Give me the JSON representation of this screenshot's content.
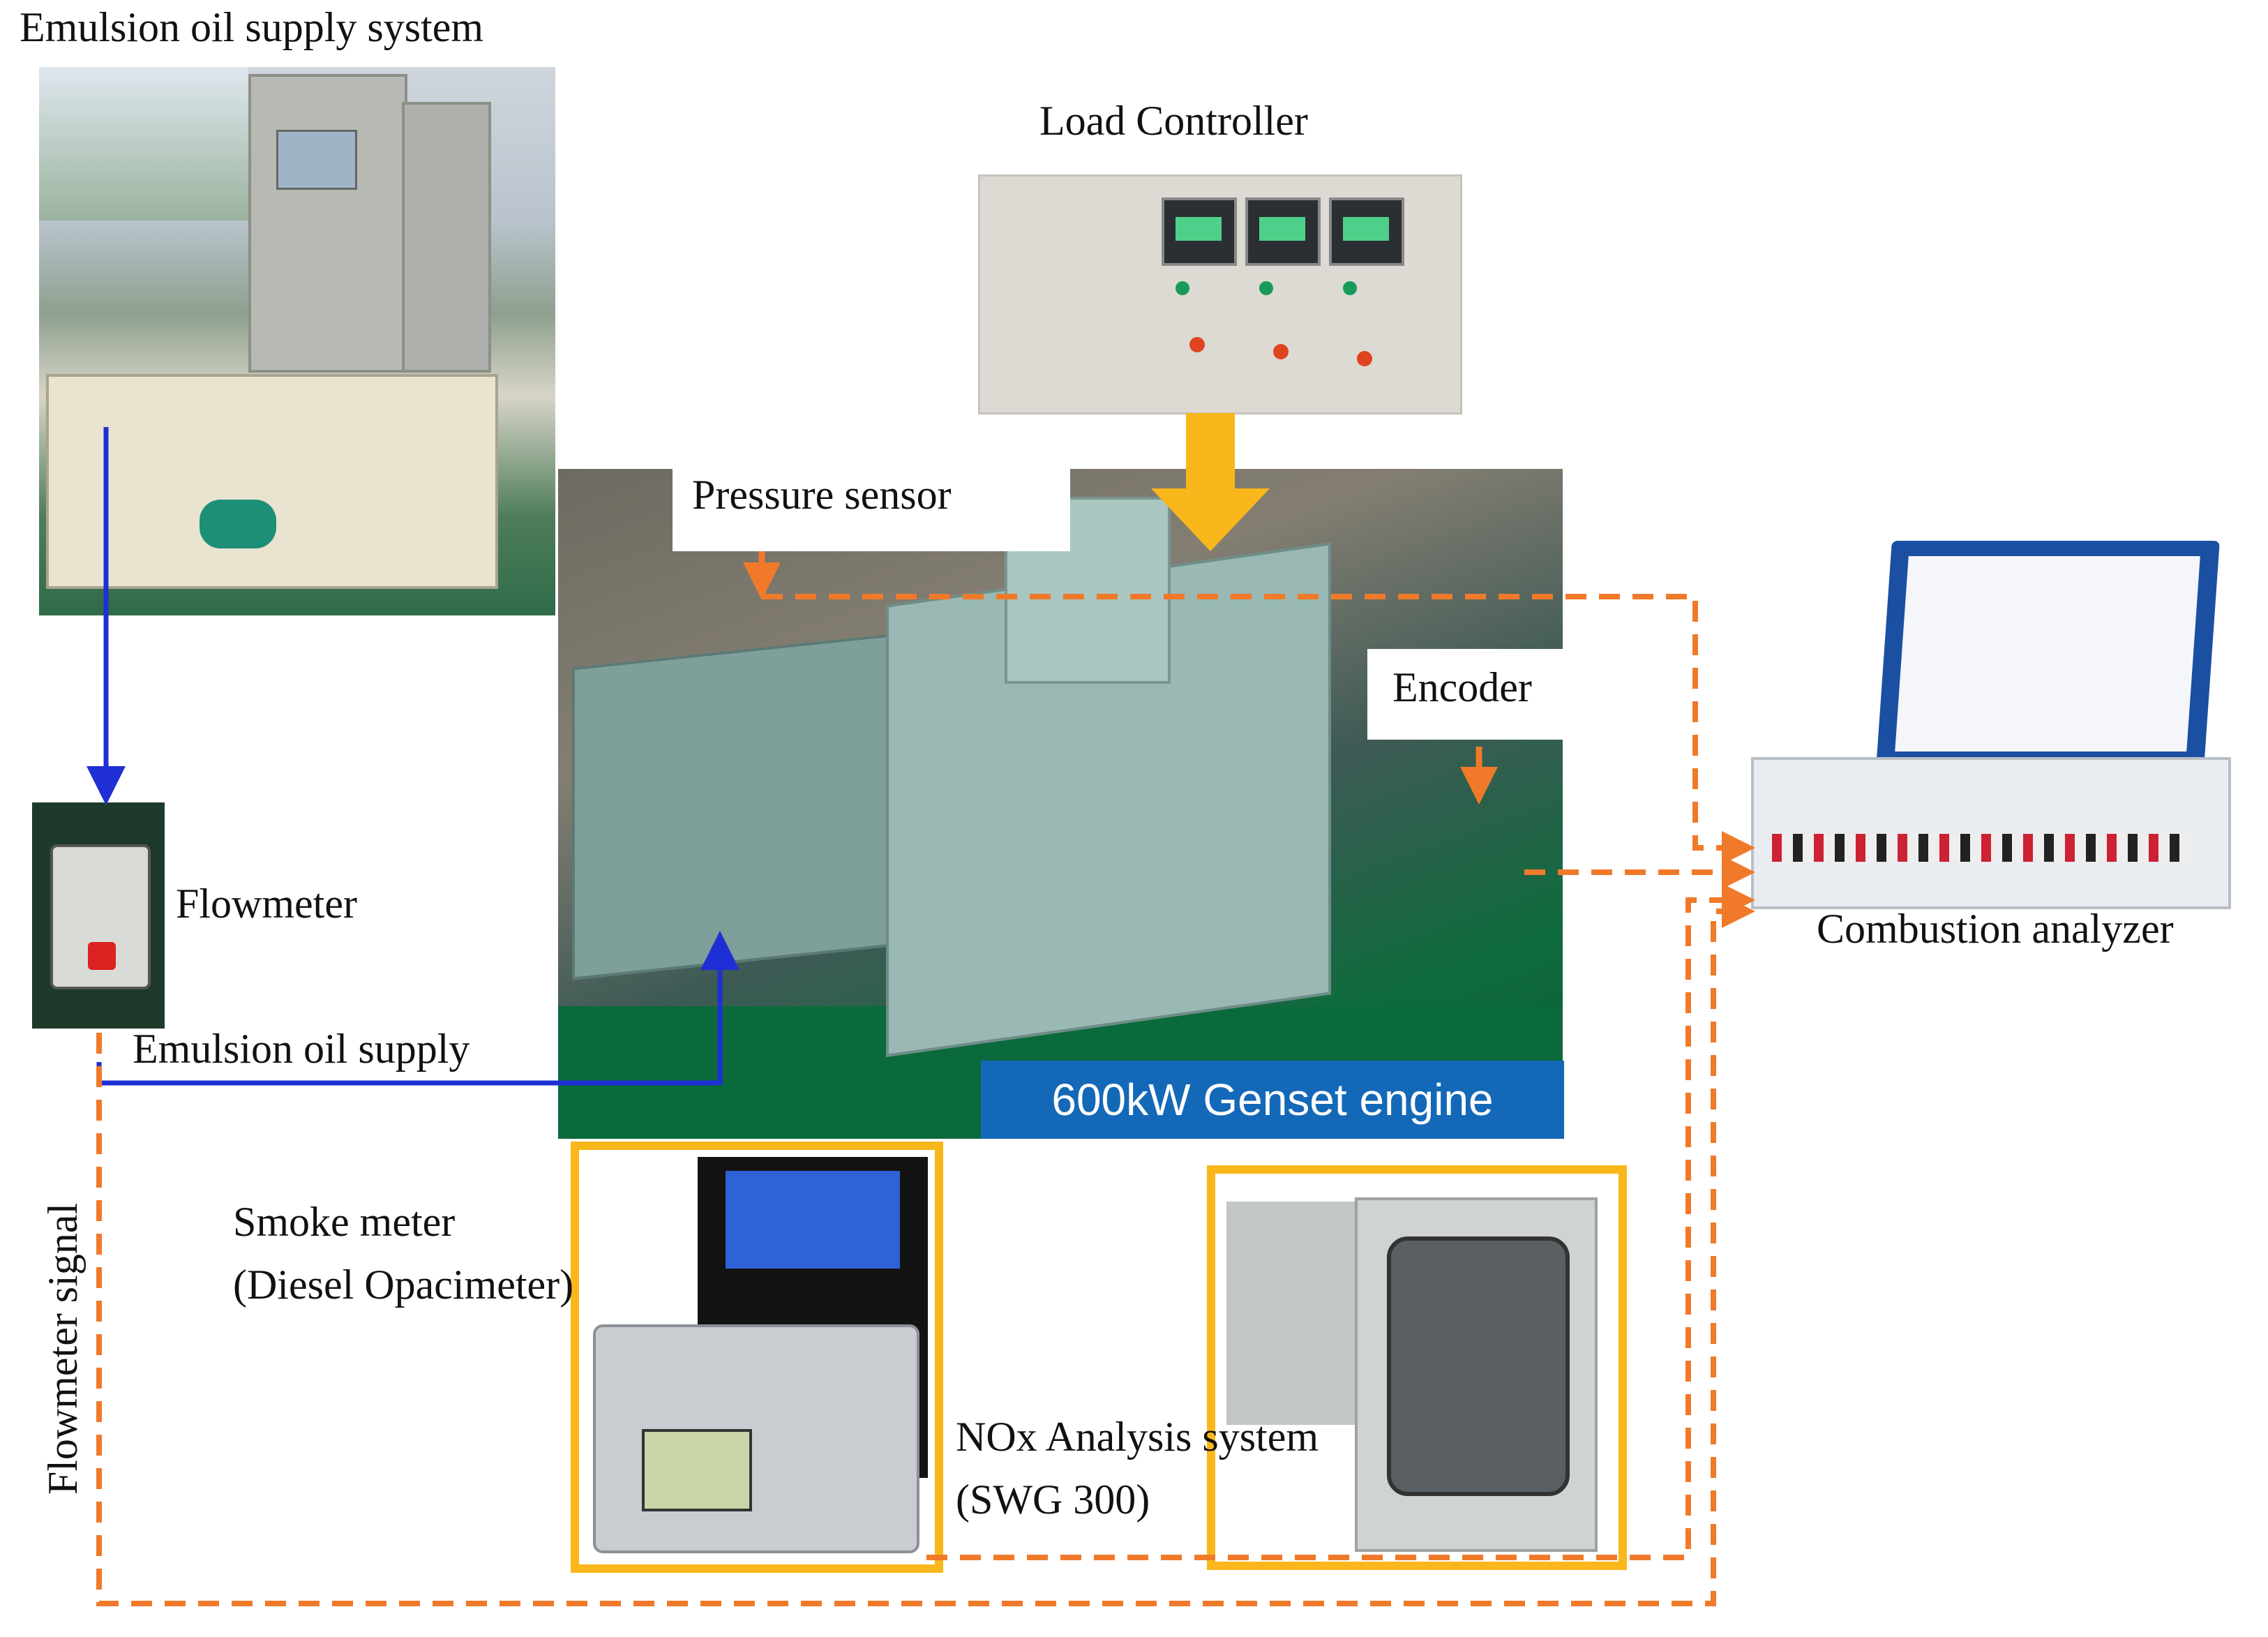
{
  "labels": {
    "emulsion_system": "Emulsion oil supply system",
    "load_controller": "Load Controller",
    "pressure_sensor": "Pressure sensor",
    "encoder": "Encoder",
    "flowmeter": "Flowmeter",
    "combustion_analyzer": "Combustion analyzer",
    "emulsion_supply": "Emulsion oil supply",
    "genset_engine": "600kW Genset engine",
    "smoke_meter_1": "Smoke meter",
    "smoke_meter_2": "(Diesel Opacimeter)",
    "nox_1": "NOx Analysis system",
    "nox_2": "(SWG 300)",
    "flowmeter_signal": "Flowmeter signal"
  },
  "colors": {
    "supply_line": "#1f2fd6",
    "signal_line": "#f07a2a",
    "load_arrow": "#f9b71b",
    "frame": "#f9b71b",
    "genset_box": "#1468b8"
  }
}
